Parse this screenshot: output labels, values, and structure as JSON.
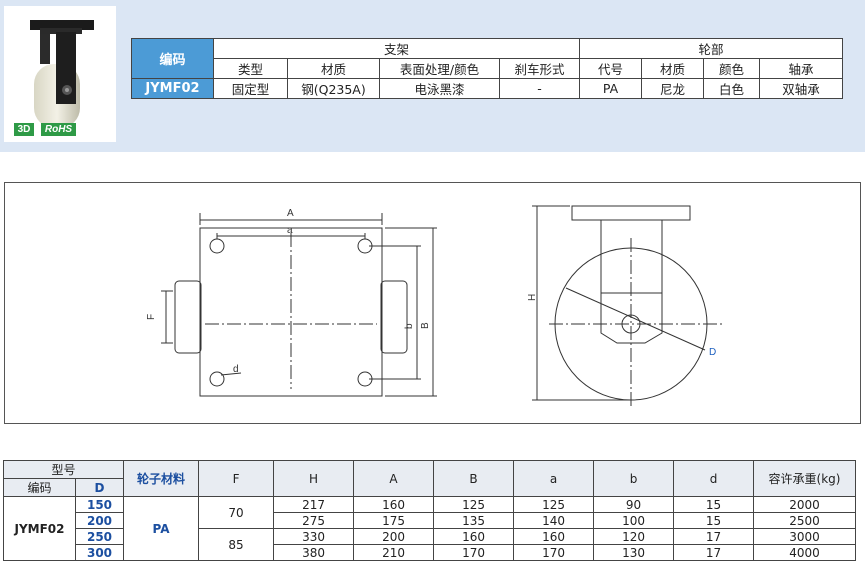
{
  "product": {
    "image_name": "fixed-caster-photo",
    "badges": {
      "three_d": "3D",
      "rohs": "RoHS"
    }
  },
  "spec_table": {
    "code_header": "编码",
    "bracket_header": "支架",
    "wheel_header": "轮部",
    "bracket_cols": [
      "类型",
      "材质",
      "表面处理/颜色",
      "刹车形式"
    ],
    "wheel_cols": [
      "代号",
      "材质",
      "颜色",
      "轴承"
    ],
    "row": {
      "code": "JYMF02",
      "type": "固定型",
      "material": "钢(Q235A)",
      "surface": "电泳黑漆",
      "brake": "-",
      "wheel_code": "PA",
      "wheel_material": "尼龙",
      "color": "白色",
      "bearing": "双轴承"
    }
  },
  "drawing": {
    "labels": {
      "A": "A",
      "a": "a",
      "F": "F",
      "b": "b",
      "B": "B",
      "d": "d",
      "H": "H",
      "D": "D"
    }
  },
  "dimension_table": {
    "headers": {
      "model": "型号",
      "code": "编码",
      "D": "D",
      "wheel_material": "轮子材料",
      "F": "F",
      "H": "H",
      "A": "A",
      "B": "B",
      "a": "a",
      "b": "b",
      "d": "d",
      "load": "容许承重(kg)"
    },
    "code": "JYMF02",
    "material": "PA",
    "F_values": [
      "70",
      "85"
    ],
    "rows": [
      {
        "D": "150",
        "H": "217",
        "A": "160",
        "B": "125",
        "a": "125",
        "b": "90",
        "d": "15",
        "load": "2000"
      },
      {
        "D": "200",
        "H": "275",
        "A": "175",
        "B": "135",
        "a": "140",
        "b": "100",
        "d": "15",
        "load": "2500"
      },
      {
        "D": "250",
        "H": "330",
        "A": "200",
        "B": "160",
        "a": "160",
        "b": "120",
        "d": "17",
        "load": "3000"
      },
      {
        "D": "300",
        "H": "380",
        "A": "210",
        "B": "170",
        "a": "170",
        "b": "130",
        "d": "17",
        "load": "4000"
      }
    ]
  }
}
